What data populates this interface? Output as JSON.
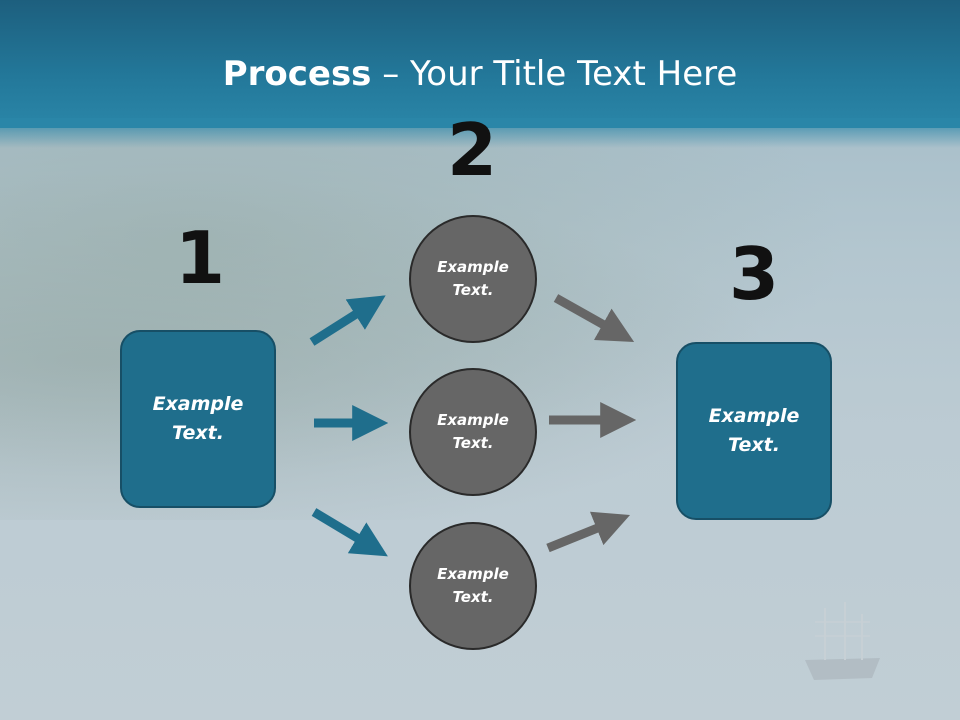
{
  "title": {
    "bold": "Process",
    "rest": " – Your Title Text Here"
  },
  "steps": {
    "one": {
      "number": "1",
      "text": "Example\nText."
    },
    "two": {
      "number": "2"
    },
    "three": {
      "number": "3",
      "text": "Example\nText."
    }
  },
  "circles": [
    {
      "text": "Example\nText."
    },
    {
      "text": "Example\nText."
    },
    {
      "text": "Example\nText."
    }
  ],
  "colors": {
    "header": "#23789a",
    "box": "#1f6e8c",
    "circle": "#666666",
    "arrow_blue": "#1f6e8c",
    "arrow_gray": "#666666"
  }
}
